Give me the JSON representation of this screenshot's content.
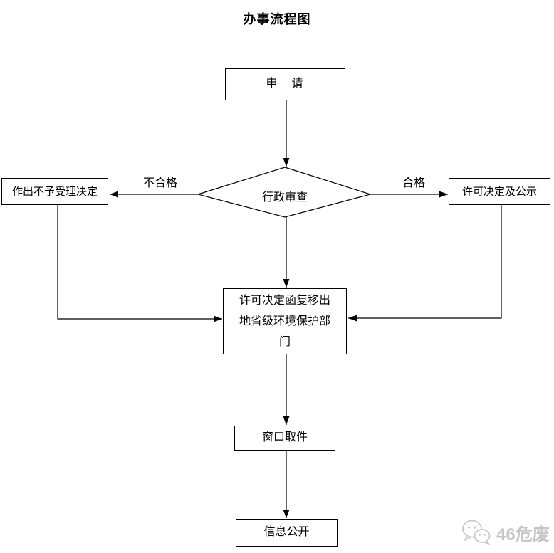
{
  "title": "办事流程图",
  "nodes": {
    "apply": {
      "label": "申　请",
      "shape": "rect"
    },
    "review": {
      "label": "行政审查",
      "shape": "diamond"
    },
    "reject": {
      "label": "作出不予受理决定",
      "shape": "rect"
    },
    "permit": {
      "label": "许可决定及公示",
      "shape": "rect"
    },
    "reply": {
      "label": "许可决定函复移出地省级环境保护部门",
      "shape": "rect"
    },
    "pickup": {
      "label": "窗口取件",
      "shape": "rect"
    },
    "info": {
      "label": "信息公开",
      "shape": "rect"
    }
  },
  "edges": [
    {
      "from": "apply",
      "to": "review",
      "label": ""
    },
    {
      "from": "review",
      "to": "reject",
      "label": "不合格"
    },
    {
      "from": "review",
      "to": "permit",
      "label": "合格"
    },
    {
      "from": "review",
      "to": "reply",
      "label": ""
    },
    {
      "from": "reject",
      "to": "reply",
      "label": ""
    },
    {
      "from": "permit",
      "to": "reply",
      "label": ""
    },
    {
      "from": "reply",
      "to": "pickup",
      "label": ""
    },
    {
      "from": "pickup",
      "to": "info",
      "label": ""
    }
  ],
  "watermark": {
    "text": "46危废",
    "icon": "wechat-chat-bubbles-icon"
  },
  "colors": {
    "line": "#000000",
    "text": "#000000",
    "node_border": "#000000",
    "background": "#ffffff",
    "watermark": "#c6c6c6"
  }
}
